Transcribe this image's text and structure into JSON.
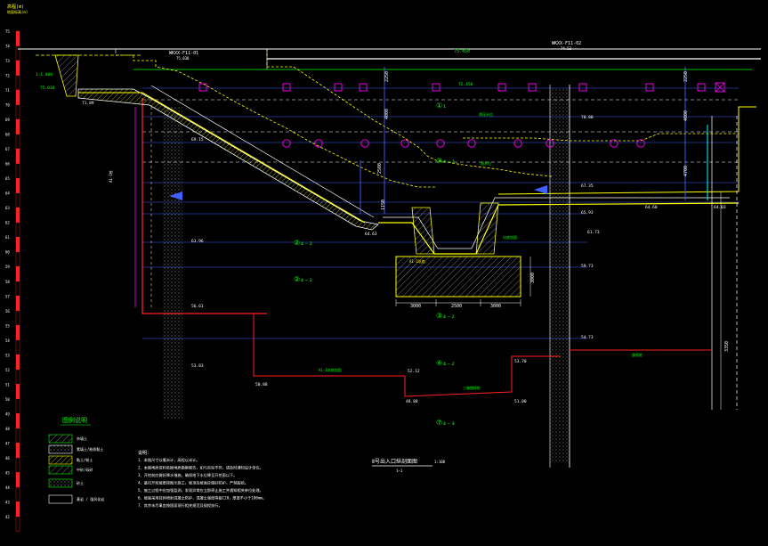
{
  "colors": {
    "background": "#000000",
    "white": "#ffffff",
    "yellow": "#ffff00",
    "green": "#00ff00",
    "magenta": "#ff00ff",
    "blue": "#4060ff",
    "cyan": "#00ffff",
    "red": "#ff2020",
    "gray": "#a0a0a0"
  },
  "scale_bar": {
    "header": "高程(m)",
    "subheader": "地面标高(m)",
    "ticks": [
      "75",
      "74",
      "73",
      "72",
      "71",
      "70",
      "69",
      "68",
      "67",
      "66",
      "65",
      "64",
      "63",
      "62",
      "61",
      "60",
      "59",
      "58",
      "57",
      "56",
      "55",
      "54",
      "53",
      "52",
      "51",
      "50",
      "49",
      "48",
      "47",
      "46",
      "45",
      "44",
      "43",
      "42"
    ]
  },
  "section_labels": {
    "left_top": "WKXX-F11-01",
    "left_top_sub": "75.030",
    "right_top": "WKXX-F11-02",
    "right_top_sub": "74.53",
    "top_center_green": "75.450"
  },
  "elevations": {
    "left_ground": "1:1.000",
    "left_ground_sub": "75.030",
    "slope_foot": "71.89",
    "slope_top": "72.450",
    "level_7080": "70.80",
    "level_6915": "69.15",
    "level_6735": "67.35",
    "level_6593": "65.93",
    "level_6463": "64.63",
    "level_6396": "63.96",
    "level_6173": "61.73",
    "level_5973": "59.73",
    "level_5661": "56.61",
    "level_5473": "54.73",
    "level_5383": "53.83",
    "level_5212": "52.12",
    "level_5088": "50.88",
    "right_6460": "64.60",
    "right_6403": "64.03",
    "right_5370": "53.70",
    "right_5100": "51.00",
    "bottom_4888": "48.88"
  },
  "dimensions": {
    "d2250_left": "2250",
    "d4000_left": "4000",
    "d2500": "2500",
    "d2250_right": "2250",
    "d4000_right": "4000",
    "d4700": "4700",
    "d3000_side": "3000",
    "d3000_a": "3000",
    "d2500_b": "2500",
    "d3000_c": "3000",
    "d3350": "3350",
    "d1150": "1150"
  },
  "layers": {
    "l1": "①₁",
    "l2_2a": "②₄₋₂",
    "l2_2b": "②₄₋₂",
    "l2_2c": "②₄₋₂",
    "l3": "③₄₋₂",
    "l4": "④₄₋₂",
    "l7": "⑦₄₋₃"
  },
  "annotations": {
    "note_a": "承压水位",
    "note_b": "潜水位",
    "note_c": "坑底加固",
    "note_d": "A1-1坑底",
    "note_e": "A1-1坑底加固",
    "note_f": "A1-1桩",
    "note_g": "三轴搅拌桩",
    "note_h": "旋喷桩"
  },
  "legend": {
    "title": "图例说明",
    "items": [
      {
        "label": "杂填土"
      },
      {
        "label": "素填土/粉质黏土"
      },
      {
        "label": "黏土/粉土"
      },
      {
        "label": "中砂/砾砂"
      },
      {
        "label": "砂土"
      },
      {
        "label": "基岩 / 强风化岩"
      }
    ]
  },
  "notes": {
    "title": "说明：",
    "lines": [
      "1、本图尺寸以毫米计，高程以米计。",
      "2、本图地质资料依据地质勘察报告，如与实际不符，请及时通知设计单位。",
      "3、开挖前应做好降水措施，确保地下水位降至开挖面以下。",
      "4、基坑开挖坡度按图示施工，坡顶及坡面应做好防护，严禁超挖。",
      "5、施工过程中应加强监测，发现异常应立即停止施工并通知相关单位处理。",
      "6、坡面采用挂网喷射混凝土防护，混凝土强度等级C20，厚度不小于100mm。",
      "7、其余未尽事宜按国家现行相关规范及规程执行。"
    ]
  },
  "drawing_title": {
    "main": "Ⅱ号出入口纵剖面图",
    "scale": "1:100",
    "sub": "1—1"
  }
}
